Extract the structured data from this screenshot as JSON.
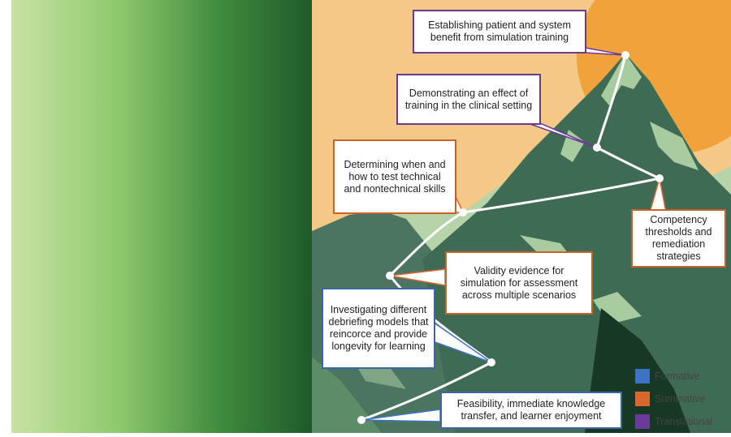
{
  "colors": {
    "formative": "#3c73c4",
    "summative": "#d9672e",
    "translational": "#6d3a97",
    "sky": "#f4c987",
    "sun": "#f2a23a",
    "mountain_dark": "#3f6b55",
    "mountain_light": "#a8cba0"
  },
  "milestones": [
    {
      "text": "Establishing patient and system benefit from simulation training",
      "category": "translational"
    },
    {
      "text": "Demonstrating an effect of training in the clinical setting",
      "category": "translational"
    },
    {
      "text": "Determining when and how to test technical and nontechnical skills",
      "category": "summative"
    },
    {
      "text": "Competency thresholds and remediation strategies",
      "category": "summative"
    },
    {
      "text": "Validity evidence for simulation for assessment across multiple scenarios",
      "category": "summative"
    },
    {
      "text": "Investigating different debriefing models that reincorce and provide longevity for learning",
      "category": "formative"
    },
    {
      "text": "Feasibility, immediate knowledge transfer, and learner enjoyment",
      "category": "formative"
    }
  ],
  "legend": {
    "formative": "Formative",
    "summative": "Summative",
    "translational": "Translational"
  }
}
